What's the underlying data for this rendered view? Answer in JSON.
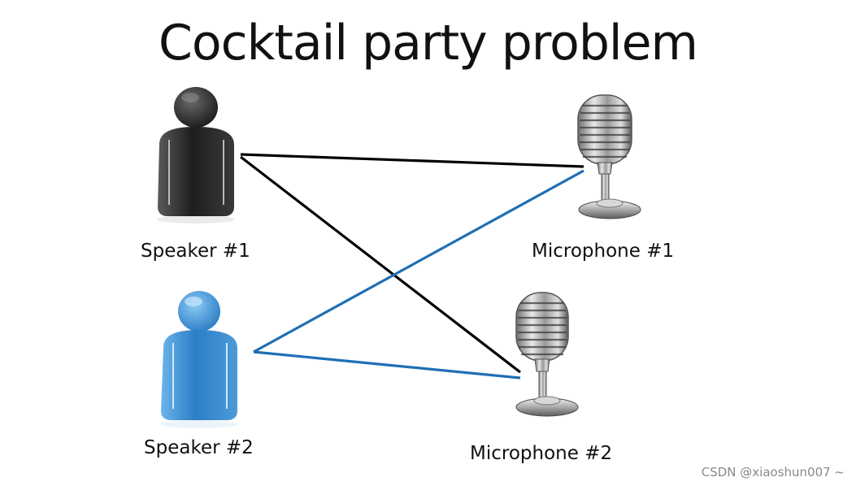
{
  "title": "Cocktail party problem",
  "speakers": [
    {
      "label": "Speaker #1",
      "color": "#2b2b2b"
    },
    {
      "label": "Speaker #2",
      "color": "#2f86cf"
    }
  ],
  "microphones": [
    {
      "label": "Microphone #1"
    },
    {
      "label": "Microphone #2"
    }
  ],
  "connections": [
    {
      "from": "Speaker #1",
      "to": "Microphone #1",
      "color": "#000000"
    },
    {
      "from": "Speaker #1",
      "to": "Microphone #2",
      "color": "#000000"
    },
    {
      "from": "Speaker #2",
      "to": "Microphone #1",
      "color": "#1f6fb5"
    },
    {
      "from": "Speaker #2",
      "to": "Microphone #2",
      "color": "#1f6fb5"
    }
  ],
  "watermark": "CSDN @xiaoshun007 ~"
}
